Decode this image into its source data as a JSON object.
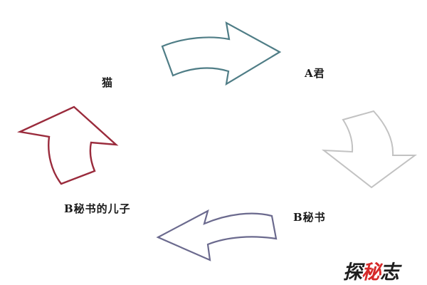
{
  "nodes": {
    "cat": "猫",
    "a_jun": "A君",
    "b_secretary": "B秘书",
    "b_secretary_son": "B秘书的儿子"
  },
  "arrow_colors": {
    "top": "#4f7d86",
    "right": "#c2c2c2",
    "bottom": "#6b6a8e",
    "left": "#9a2b3c"
  },
  "watermark": {
    "text_before": "探",
    "text_accent": "秘",
    "text_after": "志",
    "accent_color": "#d62828"
  }
}
